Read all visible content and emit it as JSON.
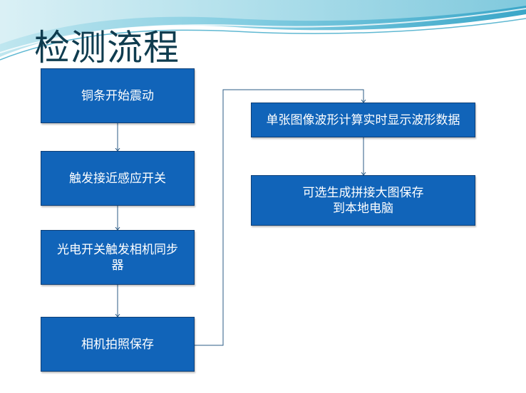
{
  "title": "检测流程",
  "colors": {
    "box_fill": "#1164b9",
    "box_border": "#0d3f78",
    "connector": "#2b5b86",
    "title": "#0f3c4f"
  },
  "steps": [
    {
      "label": "铜条开始震动"
    },
    {
      "label": "触发接近感应开关"
    },
    {
      "label": "光电开关触发相机同步器"
    },
    {
      "label": "相机拍照保存"
    },
    {
      "label": "单张图像波形计算实时显示波形数据"
    },
    {
      "label": "可选生成拼接大图保存到本地电脑"
    }
  ]
}
